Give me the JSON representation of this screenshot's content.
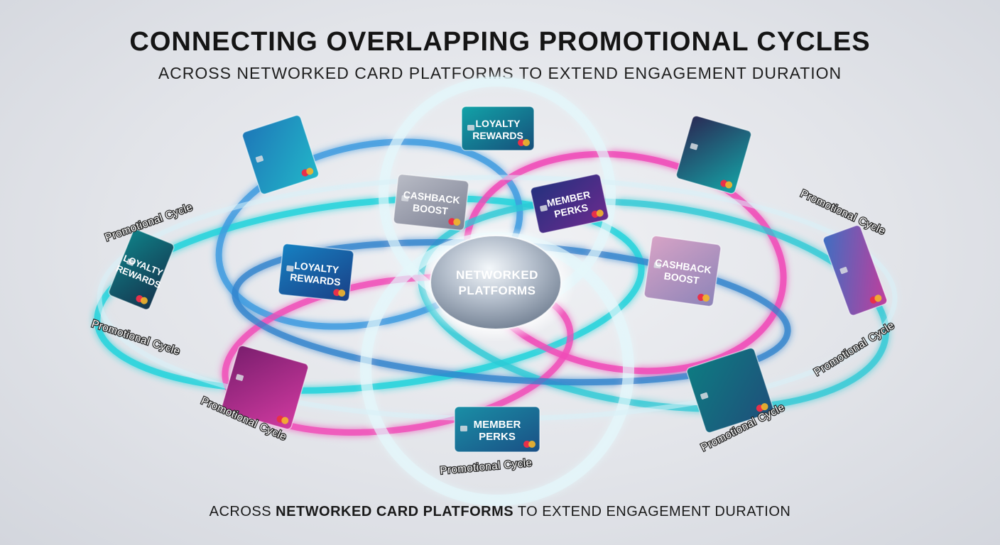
{
  "header": {
    "title": "CONNECTING OVERLAPPING PROMOTIONAL CYCLES",
    "subtitle": "ACROSS NETWORKED CARD PLATFORMS TO EXTEND ENGAGEMENT DURATION"
  },
  "hub": {
    "line1": "NETWORKED",
    "line2": "PLATFORMS"
  },
  "cards": [
    {
      "id": "loyalty-top",
      "line1": "LOYALTY",
      "line2": "REWARDS",
      "color_a": "#12a3a8",
      "color_b": "#164e7a"
    },
    {
      "id": "cashback-center",
      "line1": "CASHBACK",
      "line2": "BOOST",
      "color_a": "#b9bcc6",
      "color_b": "#7d8194"
    },
    {
      "id": "member-center",
      "line1": "MEMBER",
      "line2": "PERKS",
      "color_a": "#24317e",
      "color_b": "#6b2a8e"
    },
    {
      "id": "loyalty-left",
      "line1": "LOYALTY",
      "line2": "REWARDS",
      "color_a": "#1681c2",
      "color_b": "#1a3f86"
    },
    {
      "id": "cashback-right",
      "line1": "CASHBACK",
      "line2": "BOOST",
      "color_a": "#d7a3c6",
      "color_b": "#8d84b8"
    },
    {
      "id": "member-bottom",
      "line1": "MEMBER",
      "line2": "PERKS",
      "color_a": "#1a8fa6",
      "color_b": "#1a4f85"
    },
    {
      "id": "loyalty-far-left",
      "line1": "LOYALTY",
      "line2": "REWARDS",
      "color_a": "#0f7f86",
      "color_b": "#15344e"
    },
    {
      "id": "blank-top-left",
      "line1": "",
      "line2": "",
      "color_a": "#1e78b8",
      "color_b": "#22b6c9"
    },
    {
      "id": "blank-top-right",
      "line1": "",
      "line2": "",
      "color_a": "#2a2a55",
      "color_b": "#14a3a6"
    },
    {
      "id": "blank-far-right",
      "line1": "",
      "line2": "",
      "color_a": "#3d6fc2",
      "color_b": "#c23d9c"
    },
    {
      "id": "blank-bottom-left",
      "line1": "",
      "line2": "",
      "color_a": "#7a1e6e",
      "color_b": "#d13aa0"
    },
    {
      "id": "blank-bottom-right",
      "line1": "",
      "line2": "",
      "color_a": "#0e7b82",
      "color_b": "#1f4f7a"
    }
  ],
  "cycle_labels": [
    "Promotional Cycle",
    "Promotional Cycle",
    "Promotional Cycle",
    "Promotional Cycle",
    "Promotional Cycle",
    "Promotional Cycle",
    "Promotional Cycle"
  ],
  "footer": {
    "prefix": "ACROSS ",
    "emphasis": "NETWORKED CARD PLATFORMS",
    "suffix": " TO EXTEND ENGAGEMENT DURATION"
  },
  "colors": {
    "cyan_ring": "#27d3dc",
    "blue_ring": "#3f9be0",
    "pink_ring": "#f04cb8",
    "glass_ring": "#dff3f8"
  }
}
